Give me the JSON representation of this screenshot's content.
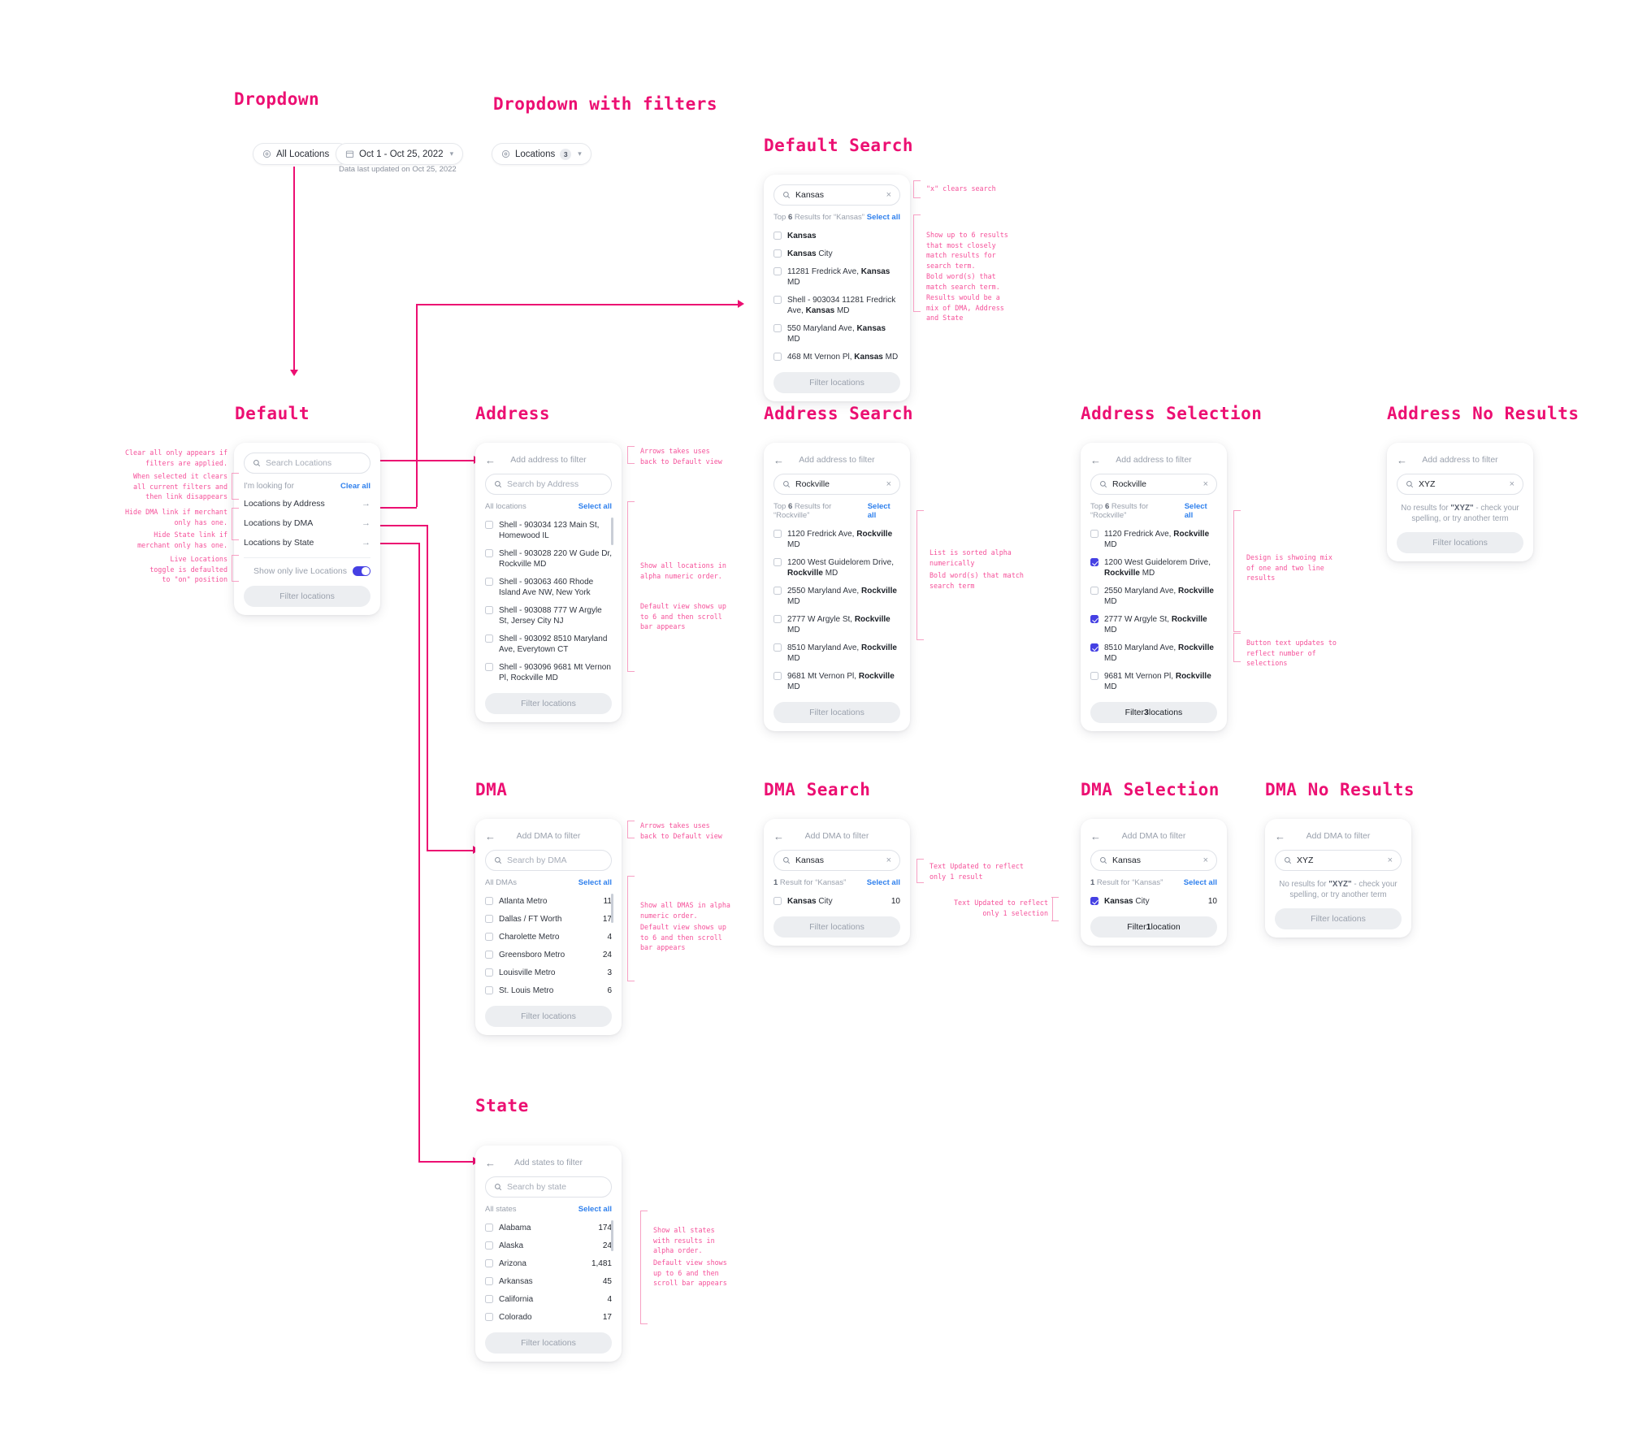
{
  "sections": {
    "dropdown": "Dropdown",
    "dropdown_filters": "Dropdown with filters",
    "default_search": "Default Search",
    "default": "Default",
    "address": "Address",
    "address_search": "Address Search",
    "address_selection": "Address Selection",
    "address_no_results": "Address No Results",
    "dma": "DMA",
    "dma_search": "DMA Search",
    "dma_selection": "DMA Selection",
    "dma_no_results": "DMA No Results",
    "state": "State"
  },
  "topbar": {
    "all_locations": "All Locations",
    "date_range": "Oct 1 - Oct 25, 2022",
    "caption": "Data last updated on Oct 25, 2022",
    "locations_chip": "Locations",
    "locations_count": "3"
  },
  "common": {
    "filter_locations": "Filter locations",
    "select_all": "Select all",
    "no_results_prefix": "No results for ",
    "no_results_term": "\"XYZ\"",
    "no_results_suffix": " - check your spelling, or try another term",
    "back_arrow": "←",
    "clear_x": "×",
    "row_arrow": "→"
  },
  "default_search": {
    "value": "Kansas",
    "results_label_pre": "Top ",
    "results_count": "6",
    "results_label_post": " Results for “Kansas”",
    "rows": [
      {
        "pre": "",
        "bold": "Kansas",
        "post": ""
      },
      {
        "pre": "",
        "bold": "Kansas",
        "post": " City"
      },
      {
        "pre": "11281 Fredrick Ave, ",
        "bold": "Kansas",
        "post": " MD"
      },
      {
        "pre": "Shell - 903034 11281 Fredrick Ave, ",
        "bold": "Kansas",
        "post": " MD"
      },
      {
        "pre": "550 Maryland Ave, ",
        "bold": "Kansas",
        "post": " MD"
      },
      {
        "pre": "468 Mt Vernon Pl, ",
        "bold": "Kansas",
        "post": " MD"
      }
    ],
    "cta": "Filter locations"
  },
  "default_panel": {
    "search_placeholder": "Search Locations",
    "looking_for": "I'm looking for",
    "clear_all": "Clear all",
    "links": [
      "Locations by Address",
      "Locations by DMA",
      "Locations by State"
    ],
    "toggle_label": "Show only live Locations",
    "cta": "Filter locations"
  },
  "address_panel": {
    "head": "Add address to filter",
    "search_placeholder": "Search by Address",
    "list_label": "All locations",
    "rows": [
      "Shell - 903034 123 Main St, Homewood IL",
      "Shell - 903028 220 W Gude Dr, Rockville MD",
      "Shell - 903063 460 Rhode Island Ave NW, New York",
      "Shell - 903088 777 W Argyle St, Jersey City NJ",
      "Shell - 903092 8510 Maryland Ave, Everytown CT",
      "Shell - 903096 9681 Mt Vernon Pl, Rockville MD"
    ],
    "cta": "Filter locations"
  },
  "address_search": {
    "head": "Add address to filter",
    "value": "Rockville",
    "results_label_pre": "Top ",
    "results_count": "6",
    "results_label_post": " Results for “Rockville”",
    "rows": [
      {
        "pre": "1120 Fredrick Ave, ",
        "bold": "Rockville",
        "post": " MD"
      },
      {
        "pre": "1200 West Guidelorem Drive, ",
        "bold": "Rockville",
        "post": " MD"
      },
      {
        "pre": "2550 Maryland Ave, ",
        "bold": "Rockville",
        "post": " MD"
      },
      {
        "pre": "2777 W Argyle St, ",
        "bold": "Rockville",
        "post": " MD"
      },
      {
        "pre": "8510 Maryland Ave, ",
        "bold": "Rockville",
        "post": " MD"
      },
      {
        "pre": "9681 Mt Vernon Pl, ",
        "bold": "Rockville",
        "post": " MD"
      }
    ],
    "cta": "Filter locations"
  },
  "address_selection": {
    "head": "Add address to filter",
    "value": "Rockville",
    "results_label_pre": "Top ",
    "results_count": "6",
    "results_label_post": " Results for “Rockville”",
    "rows": [
      {
        "pre": "1120 Fredrick Ave, ",
        "bold": "Rockville",
        "post": " MD",
        "checked": false
      },
      {
        "pre": "1200 West Guidelorem Drive, ",
        "bold": "Rockville",
        "post": " MD",
        "checked": true
      },
      {
        "pre": "2550 Maryland Ave, ",
        "bold": "Rockville",
        "post": " MD",
        "checked": false
      },
      {
        "pre": "2777 W Argyle St, ",
        "bold": "Rockville",
        "post": " MD",
        "checked": true
      },
      {
        "pre": "8510 Maryland Ave, ",
        "bold": "Rockville",
        "post": " MD",
        "checked": true
      },
      {
        "pre": "9681 Mt Vernon Pl, ",
        "bold": "Rockville",
        "post": " MD",
        "checked": false
      }
    ],
    "cta_pre": "Filter ",
    "cta_count": "3",
    "cta_post": " locations"
  },
  "address_no_results": {
    "head": "Add address to filter",
    "value": "XYZ",
    "cta": "Filter locations"
  },
  "dma_panel": {
    "head": "Add DMA to filter",
    "search_placeholder": "Search by DMA",
    "list_label": "All DMAs",
    "rows": [
      {
        "name": "Atlanta Metro",
        "count": "11"
      },
      {
        "name": "Dallas / FT Worth",
        "count": "17"
      },
      {
        "name": "Charolette Metro",
        "count": "4"
      },
      {
        "name": "Greensboro Metro",
        "count": "24"
      },
      {
        "name": "Louisville Metro",
        "count": "3"
      },
      {
        "name": "St. Louis Metro",
        "count": "6"
      }
    ],
    "cta": "Filter locations"
  },
  "dma_search": {
    "head": "Add DMA to filter",
    "value": "Kansas",
    "results_label_pre": "1",
    "results_label_post": " Result for “Kansas”",
    "rows": [
      {
        "bold": "Kansas",
        "post": " City",
        "count": "10",
        "checked": false
      }
    ],
    "cta": "Filter locations"
  },
  "dma_selection": {
    "head": "Add DMA to filter",
    "value": "Kansas",
    "results_label_pre": "1",
    "results_label_post": " Result for “Kansas”",
    "rows": [
      {
        "bold": "Kansas",
        "post": " City",
        "count": "10",
        "checked": true
      }
    ],
    "cta_pre": "Filter ",
    "cta_count": "1",
    "cta_post": " location"
  },
  "dma_no_results": {
    "head": "Add DMA to filter",
    "value": "XYZ",
    "cta": "Filter locations"
  },
  "state_panel": {
    "head": "Add states to filter",
    "search_placeholder": "Search by state",
    "list_label": "All states",
    "rows": [
      {
        "name": "Alabama",
        "count": "174"
      },
      {
        "name": "Alaska",
        "count": "24"
      },
      {
        "name": "Arizona",
        "count": "1,481"
      },
      {
        "name": "Arkansas",
        "count": "45"
      },
      {
        "name": "California",
        "count": "4"
      },
      {
        "name": "Colorado",
        "count": "17"
      }
    ],
    "cta": "Filter locations"
  },
  "annotations": {
    "clear_all_1": "Clear all only appears if\nfilters are applied.",
    "clear_all_2": "When selected it clears\nall current filters and\nthen link disappears",
    "hide_dma": "Hide DMA link if merchant\nonly has one.",
    "hide_state": "Hide State link if\nmerchant only has one.",
    "live_toggle": "Live Locations\ntoggle is defaulted\nto \"on\" position",
    "x_clears": "\"x\" clears search",
    "show_up_to_6": "Show up to 6 results\nthat most closely\nmatch results for\nsearch term.",
    "bold_match": "Bold word(s) that\nmatch search term.",
    "mix_results": "Results would be a\nmix of DMA, Address\nand State",
    "arrows_back_addr": "Arrows takes uses\nback to Default view",
    "show_all_locations": "Show all locations in\nalpha numeric order.",
    "default_view_6": "Default view shows up\nto 6 and then scroll\nbar appears",
    "sorted_alpha": "List is sorted alpha\nnumerically",
    "bold_match2": "Bold word(s) that match\nsearch term",
    "design_mix": "Design is shwoing mix\nof one and two line\nresults",
    "button_updates": "Button text updates to\nreflect number of\nselections",
    "arrows_back_dma": "Arrows takes uses\nback to Default view",
    "show_all_dmas": "Show all DMAS in alpha\nnumeric order.",
    "default_view_6_dma": "Default view shows up\nto 6 and then scroll\nbar appears",
    "text_updated_1result": "Text Updated to reflect\nonly 1 result",
    "text_updated_1selection": "Text Updated to reflect\nonly 1 selection",
    "show_all_states": "Show all states\nwith results in\nalpha order.",
    "default_view_6_state": "Default view shows\nup to 6 and then\nscroll bar appears"
  }
}
